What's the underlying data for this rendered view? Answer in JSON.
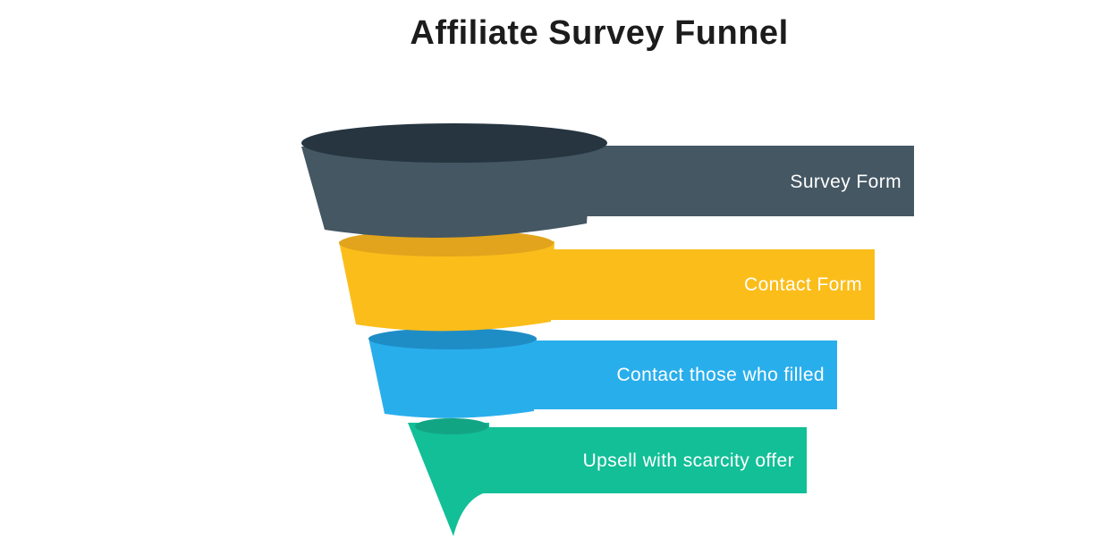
{
  "title": "Affiliate Survey Funnel",
  "colors": {
    "background": "#ffffff",
    "title_text": "#1c1c1c"
  },
  "funnel": {
    "label_color": "#ffffff",
    "levels": [
      {
        "label": "Survey Form",
        "color": "#445763",
        "shade_color": "#263540"
      },
      {
        "label": "Contact Form",
        "color": "#FBBD1A",
        "shade_color": "#E2A41C"
      },
      {
        "label": "Contact those who filled",
        "color": "#29AEEC",
        "shade_color": "#1E8DC6"
      },
      {
        "label": "Upsell with scarcity offer",
        "color": "#12BF97",
        "shade_color": "#12A584"
      }
    ]
  }
}
